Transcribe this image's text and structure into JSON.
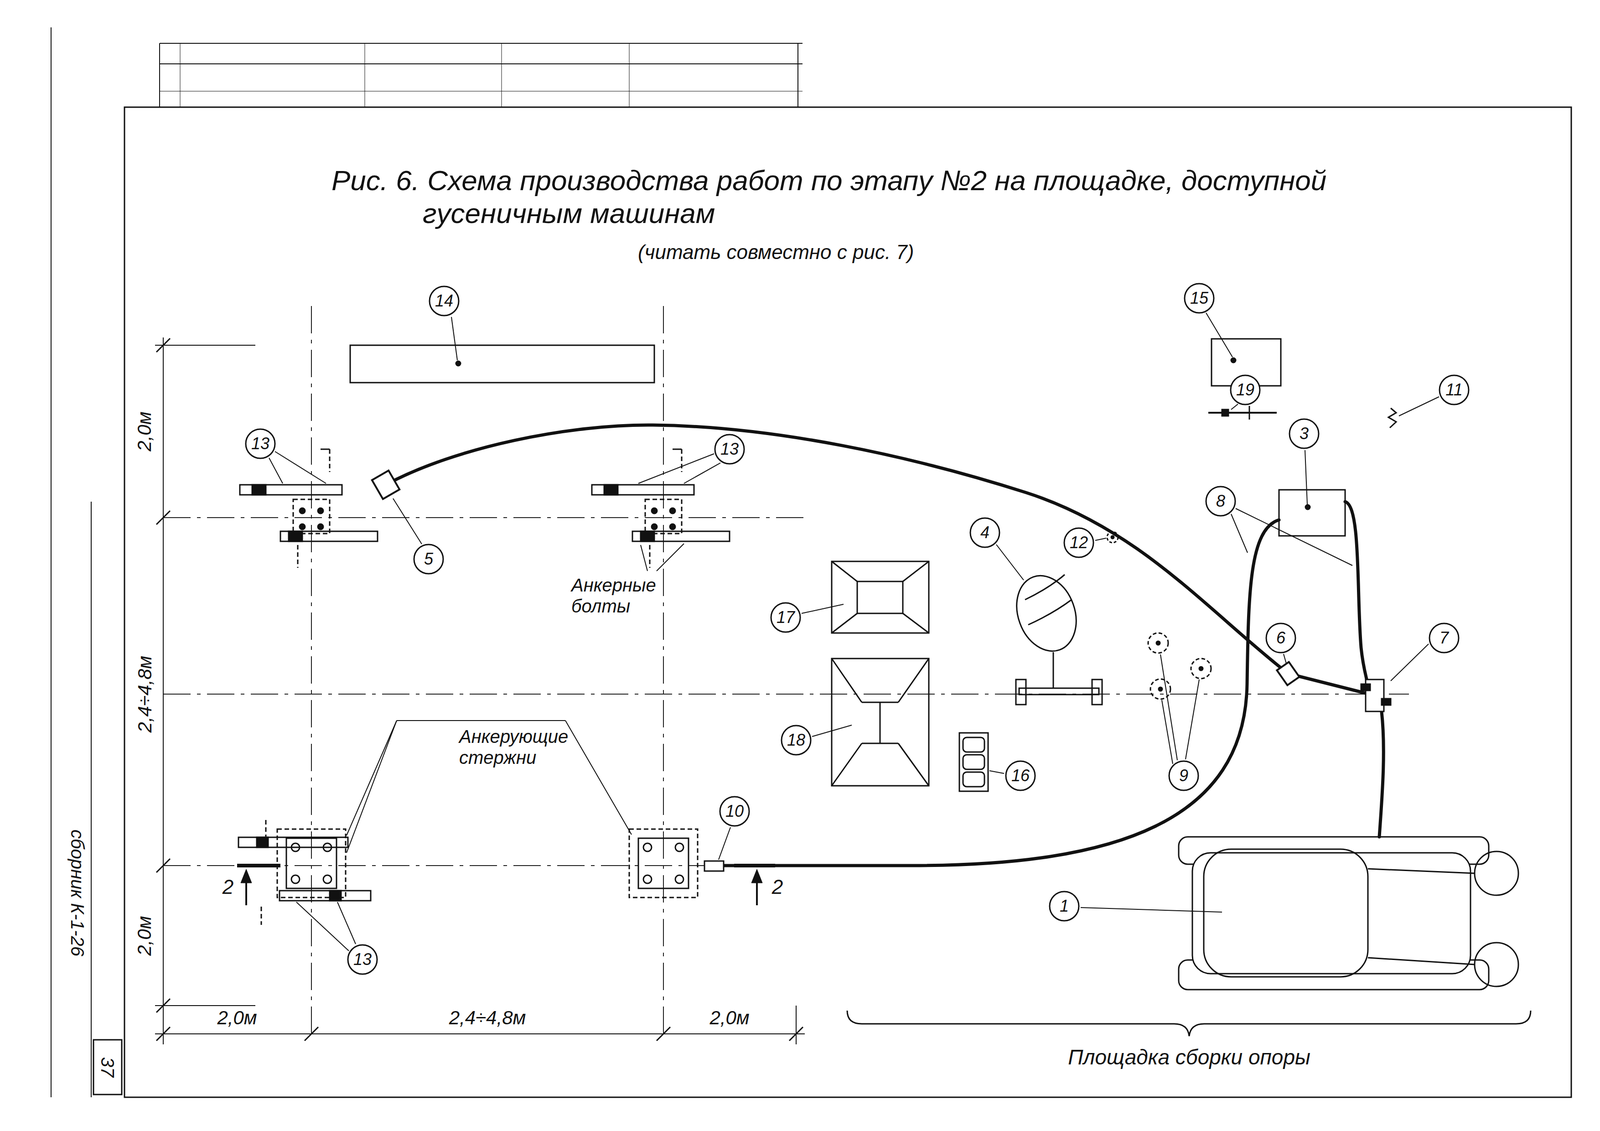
{
  "diagram": {
    "title": "Рис. 6. Схема производства работ по этапу №2 на площадке, доступной гусеничным машинам",
    "caption": "(читать совместно с рис. 7)",
    "labels": [
      "14",
      "15",
      "19",
      "11",
      "3",
      "13",
      "5",
      "13",
      "8",
      "12",
      "4",
      "6",
      "7",
      "Анкерные болты",
      "17",
      "Анкерующие стержни",
      "18",
      "16",
      "9",
      "10",
      "1",
      "2",
      "2",
      "13",
      "2,0м",
      "2,4÷4,8м",
      "2,0м",
      "2,0м",
      "2,4÷4,8м",
      "2,0м",
      "Площадка сборки опоры",
      "сборник К-1-26",
      "37"
    ]
  }
}
